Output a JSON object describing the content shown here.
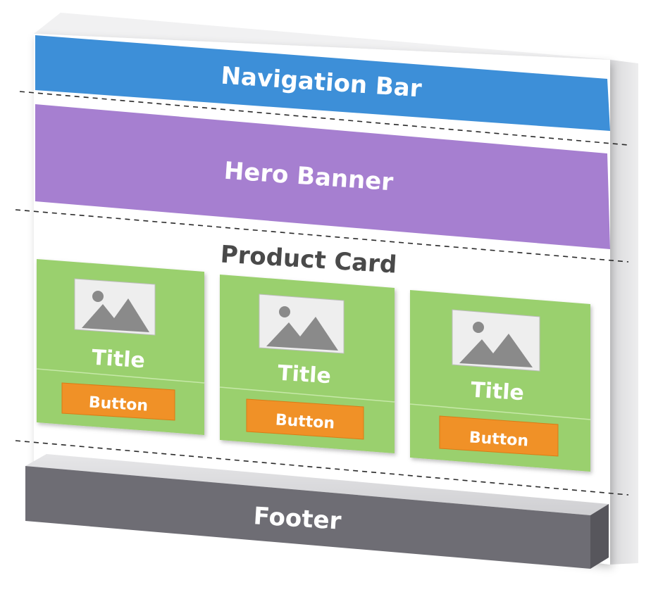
{
  "sections": {
    "navigation": {
      "label": "Navigation Bar",
      "color": "#3d8fd8"
    },
    "hero": {
      "label": "Hero Banner",
      "color": "#a67fd0"
    },
    "products": {
      "label": "Product Card"
    },
    "footer": {
      "label": "Footer",
      "color": "#6e6d74"
    }
  },
  "cards": [
    {
      "title": "Title",
      "button_label": "Button",
      "image_icon": "image-placeholder-icon"
    },
    {
      "title": "Title",
      "button_label": "Button",
      "image_icon": "image-placeholder-icon"
    },
    {
      "title": "Title",
      "button_label": "Button",
      "image_icon": "image-placeholder-icon"
    }
  ],
  "colors": {
    "card": "#9ad06e",
    "button": "#f09127",
    "frame": "#ffffff"
  }
}
